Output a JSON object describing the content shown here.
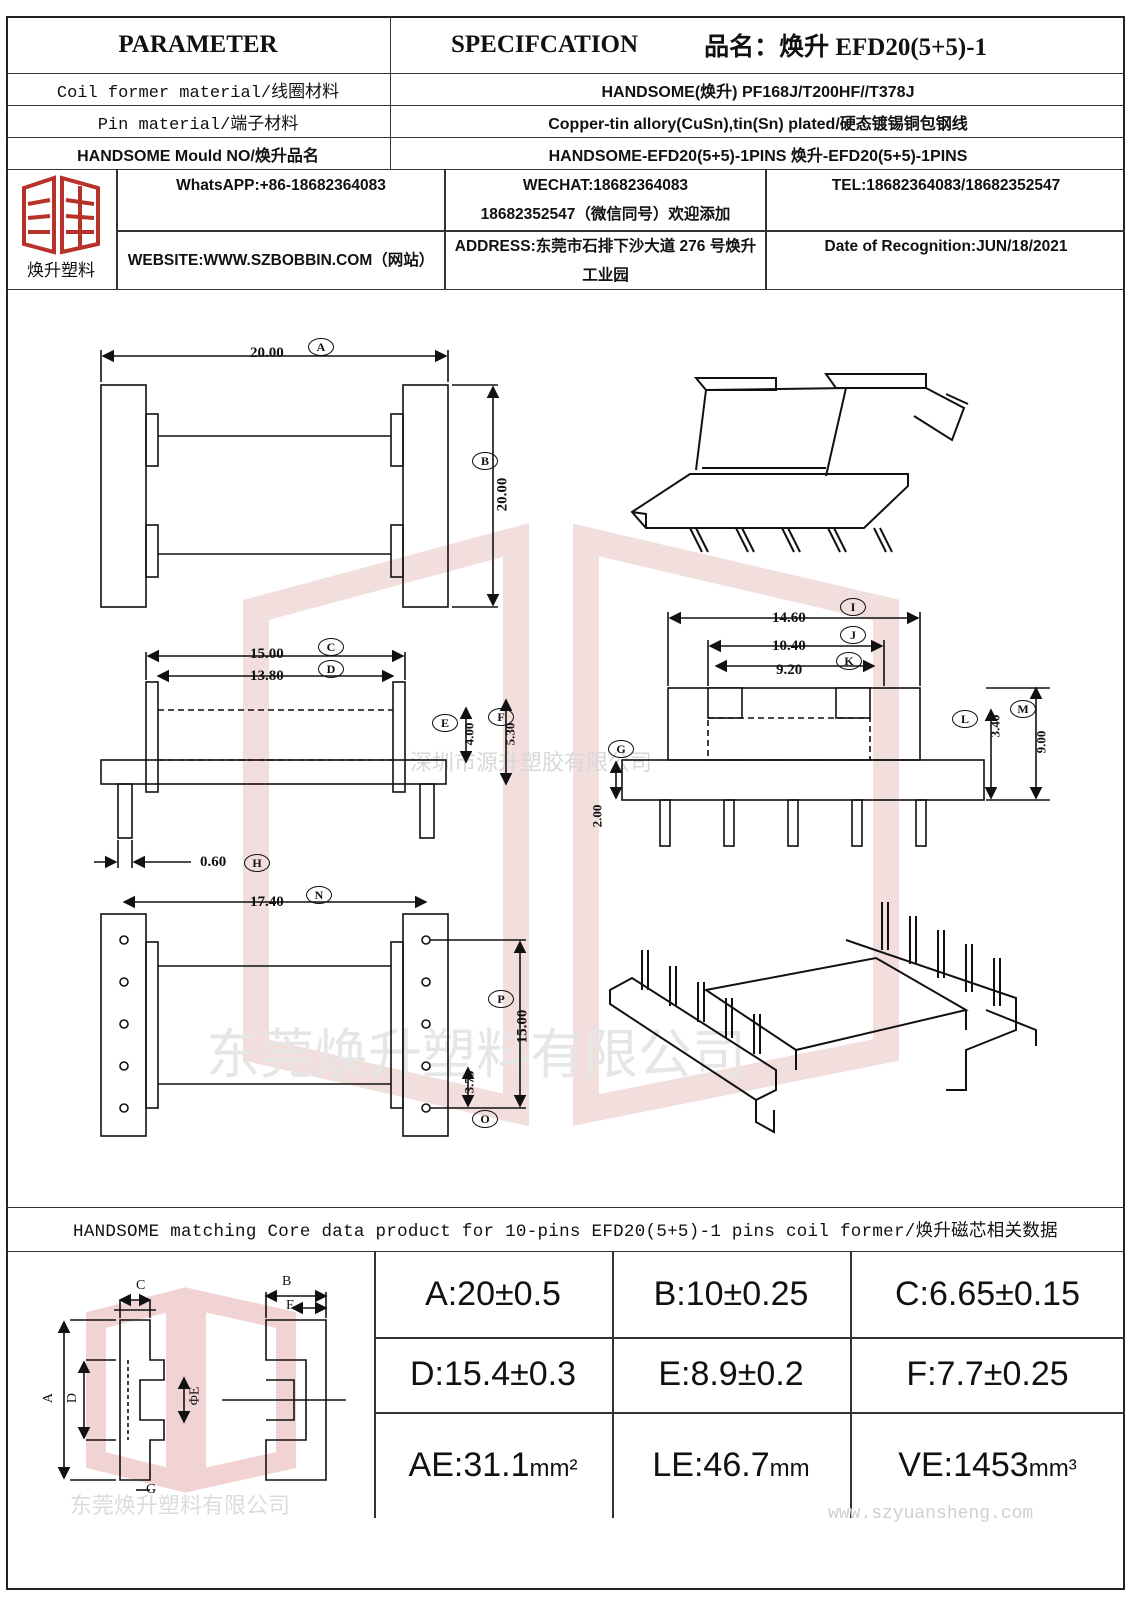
{
  "header": {
    "parameter": "PARAMETER",
    "specification": "SPECIFCATION",
    "product_name": "品名：焕升 EFD20(5+5)-1"
  },
  "rows": [
    {
      "label": "Coil former material/线圈材料",
      "value": "HANDSOME(焕升)  PF168J/T200HF//T378J"
    },
    {
      "label": "Pin material/端子材料",
      "value": "Copper-tin allory(CuSn),tin(Sn) plated/硬态镀锡铜包钢线"
    },
    {
      "label": "HANDSOME Mould NO/焕升品名",
      "value": "HANDSOME-EFD20(5+5)-1PINS   焕升-EFD20(5+5)-1PINS"
    }
  ],
  "contact": {
    "logo_text": "焕升塑料",
    "whatsapp": "WhatsAPP:+86-18682364083",
    "wechat_line1": "WECHAT:18682364083",
    "wechat_line2": "18682352547（微信同号）欢迎添加",
    "tel": "TEL:18682364083/18682352547",
    "website": "WEBSITE:WWW.SZBOBBIN.COM（网站）",
    "address": "ADDRESS:东莞市石排下沙大道 276 号焕升工业园",
    "date": "Date of Recognition:JUN/18/2021"
  },
  "drawing": {
    "dims": {
      "A": "20.00",
      "B": "20.00",
      "C": "15.00",
      "D": "13.80",
      "E": "4.00",
      "F": "5.30",
      "G": "2.00",
      "H": "0.60",
      "I": "14.60",
      "J": "10.40",
      "K": "9.20",
      "L": "3.40",
      "M": "9.00",
      "N": "17.40",
      "P": "15.00",
      "O": "3.75"
    },
    "letters": [
      "A",
      "B",
      "C",
      "D",
      "E",
      "F",
      "G",
      "H",
      "I",
      "J",
      "K",
      "L",
      "M",
      "N",
      "O",
      "P"
    ],
    "watermark_1": "深圳市源升塑胶有限公司",
    "watermark_2": "东莞焕升塑料有限公司"
  },
  "core": {
    "title": "HANDSOME matching Core data  product for 10-pins EFD20(5+5)-1 pins coil former/焕升磁芯相关数据",
    "labels": {
      "C": "C",
      "B": "B",
      "F": "F",
      "A": "A",
      "D": "D",
      "E": "ΦE",
      "G": "G"
    },
    "watermark": "东莞焕升塑料有限公司",
    "site_watermark": "www.szyuansheng.com",
    "values": [
      [
        "A:20±0.5",
        "B:10±0.25",
        "C:6.65±0.15"
      ],
      [
        "D:15.4±0.3",
        "E:8.9±0.2",
        "F:7.7±0.25"
      ]
    ],
    "units_row": [
      {
        "label": "AE:31.1",
        "unit": "mm²"
      },
      {
        "label": "LE:46.7",
        "unit": "mm"
      },
      {
        "label": "VE:1453",
        "unit": "mm³"
      }
    ]
  }
}
